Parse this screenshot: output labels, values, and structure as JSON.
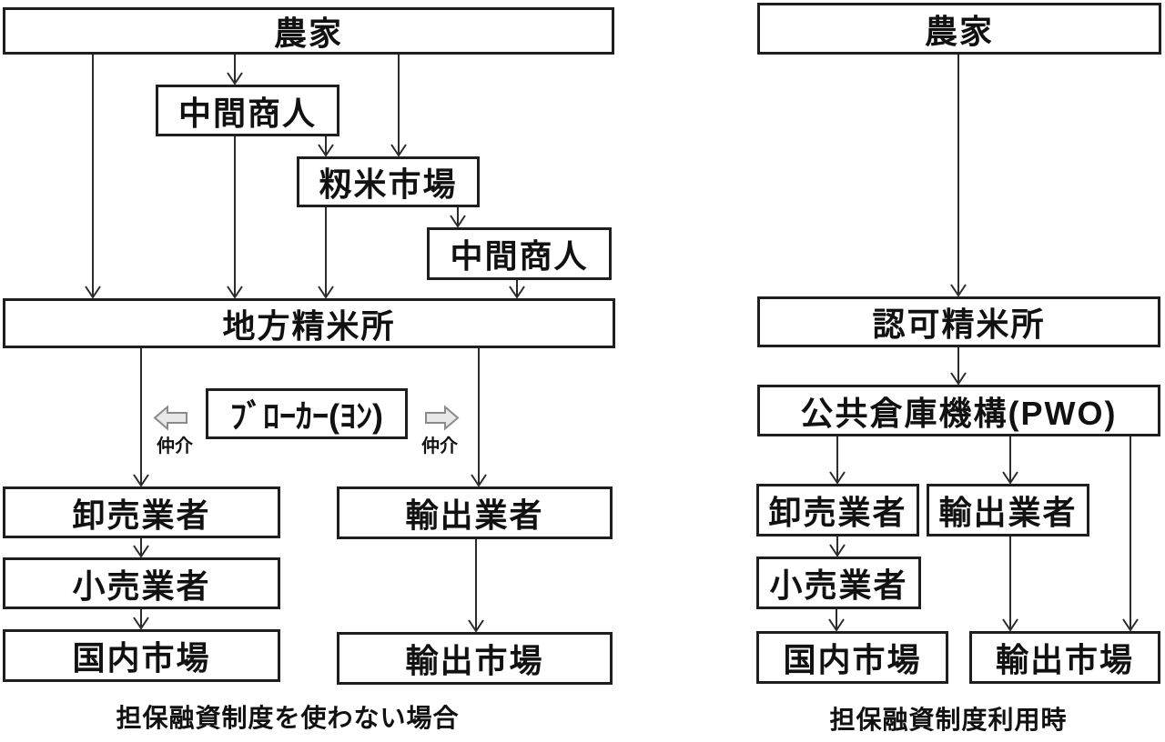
{
  "colors": {
    "box_border": "#1f1f1f",
    "box_fill": "#ffffff",
    "arrow_line": "#2b2b2b",
    "block_arrow_fill": "#e8e8e8",
    "block_arrow_border": "#8a8a8a",
    "text": "#111111"
  },
  "left_diagram": {
    "caption": "担保融資制度を使わない場合",
    "nodes": {
      "farmer": "農家",
      "middleman1": "中間商人",
      "paddy_market": "籾米市場",
      "middleman2": "中間商人",
      "local_mill": "地方精米所",
      "broker": "ﾌﾞﾛｰｶｰ(ﾖﾝ)",
      "wholesaler": "卸売業者",
      "retailer": "小売業者",
      "domestic_market": "国内市場",
      "exporter": "輸出業者",
      "export_market": "輸出市場"
    },
    "labels": {
      "mediation_left": "仲介",
      "mediation_right": "仲介"
    }
  },
  "right_diagram": {
    "caption": "担保融資制度利用時",
    "nodes": {
      "farmer": "農家",
      "licensed_mill": "認可精米所",
      "pwo": "公共倉庫機構(PWO)",
      "wholesaler": "卸売業者",
      "exporter": "輸出業者",
      "retailer": "小売業者",
      "domestic_market": "国内市場",
      "export_market": "輸出市場"
    }
  }
}
